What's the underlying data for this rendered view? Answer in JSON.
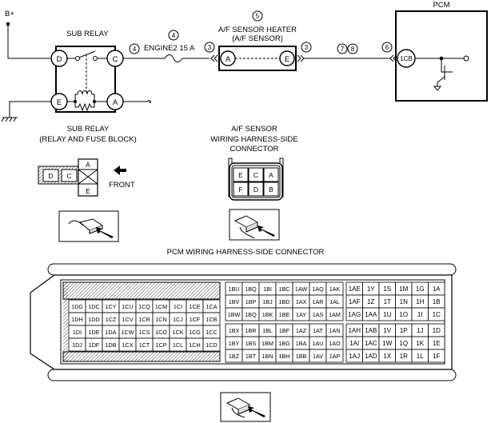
{
  "power_label": "B+",
  "pcm_label": "PCM",
  "sub_relay_label": "SUB RELAY",
  "fuse_label": "ENGINE2 15 A",
  "heater_label_line1": "A/F SENSOR HEATER",
  "heater_label_line2": "(A/F SENSOR)",
  "callouts": {
    "c4a": "4",
    "c4b": "4",
    "c5": "5",
    "c3a": "3",
    "c3b": "3",
    "c7": "7",
    "c8": "8",
    "c6": "6"
  },
  "terminals": {
    "relay_d": "D",
    "relay_c": "C",
    "relay_e": "E",
    "relay_a": "A",
    "sensor_a": "A",
    "sensor_e": "E",
    "pcm_1cb": "1CB"
  },
  "sub_relay_caption_line1": "SUB RELAY",
  "sub_relay_caption_line2": "(RELAY AND FUSE BLOCK)",
  "sensor_caption_line1": "A/F SENSOR",
  "sensor_caption_line2": "WIRING HARNESS-SIDE",
  "sensor_caption_line3": "CONNECTOR",
  "relay_connector_pins": {
    "d": "D",
    "c": "C",
    "a": "A",
    "e": "E"
  },
  "front_label": "FRONT",
  "sensor_connector_pins": [
    "E",
    "C",
    "A",
    "F",
    "D",
    "B"
  ],
  "pcm_connector_caption": "PCM WIRING HARNESS-SIDE CONNECTOR",
  "pcm_left_pins": [
    [
      "1DG",
      "1DC",
      "1CY",
      "1CU",
      "1CQ",
      "1CM",
      "1CI",
      "1CE",
      "1CA"
    ],
    [
      "1DH",
      "1DD",
      "1CZ",
      "1CV",
      "1CR",
      "1CN",
      "1CJ",
      "1CF",
      "1CB"
    ],
    [
      "1DI",
      "1DE",
      "1DA",
      "1CW",
      "1CS",
      "1CO",
      "1CK",
      "1CG",
      "1CC"
    ],
    [
      "1DJ",
      "1DF",
      "1DB",
      "1CX",
      "1CT",
      "1CP",
      "1CL",
      "1CH",
      "1CD"
    ]
  ],
  "pcm_mid_pins": [
    [
      "1BU",
      "1BQ",
      "1BI",
      "1BC",
      "1AW",
      "1AQ",
      "1AK"
    ],
    [
      "1BV",
      "1BP",
      "1BJ",
      "1BD",
      "1AX",
      "1AR",
      "1AL"
    ],
    [
      "1BW",
      "1BQ",
      "1BK",
      "1BE",
      "1AY",
      "1AS",
      "1AM"
    ],
    [
      "1BX",
      "1BR",
      "1BL",
      "1BF",
      "1AZ",
      "1AT",
      "1AN"
    ],
    [
      "1BY",
      "1BS",
      "1BM",
      "1BG",
      "1BA",
      "1AU",
      "1AO"
    ],
    [
      "1BZ",
      "1BT",
      "1BN",
      "1BH",
      "1BB",
      "1AV",
      "1AP"
    ]
  ],
  "pcm_right_pins": [
    [
      "1AE",
      "1Y",
      "1S",
      "1M",
      "1G",
      "1A"
    ],
    [
      "1AF",
      "1Z",
      "1T",
      "1N",
      "1H",
      "1B"
    ],
    [
      "1AG",
      "1AA",
      "1U",
      "1O",
      "1I",
      "1C"
    ],
    [
      "1AH",
      "1AB",
      "1V",
      "1P",
      "1J",
      "1D"
    ],
    [
      "1AI",
      "1AC",
      "1W",
      "1Q",
      "1K",
      "1E"
    ],
    [
      "1AJ",
      "1AD",
      "1X",
      "1R",
      "1L",
      "1F"
    ]
  ]
}
